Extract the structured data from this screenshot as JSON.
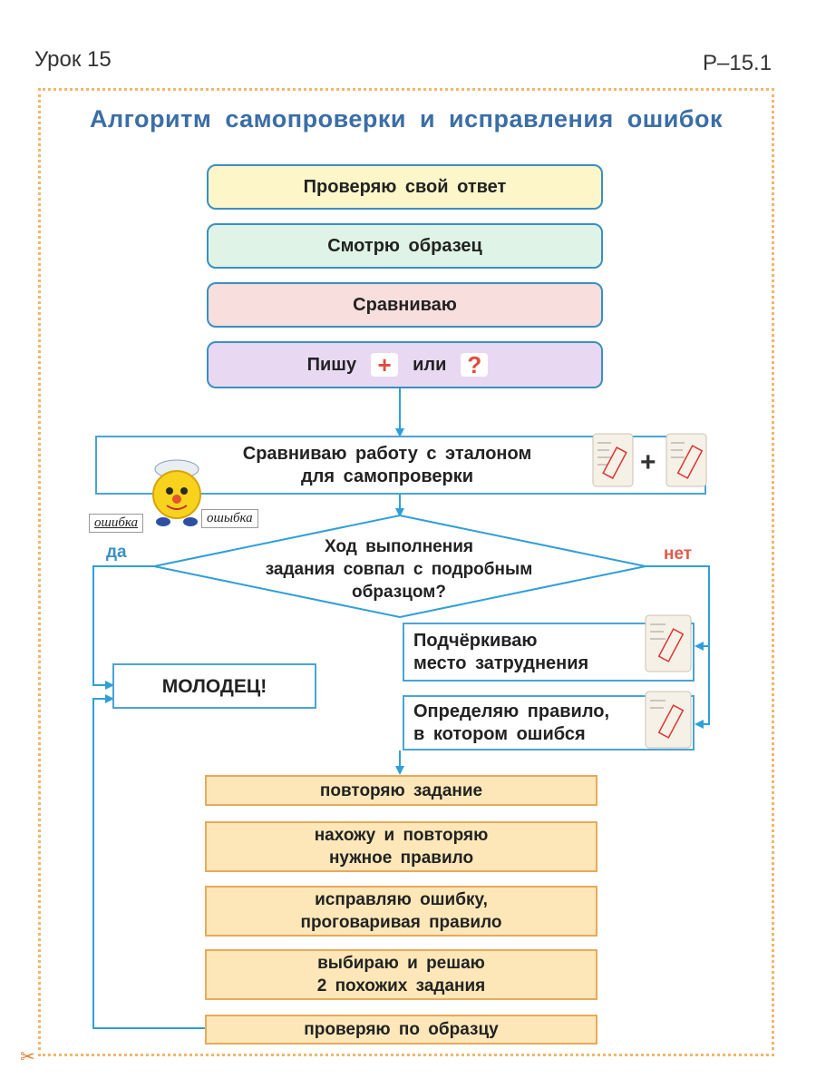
{
  "header": {
    "lesson": "Урок 15",
    "code": "Р–15.1"
  },
  "title": "Алгоритм самопроверки и исправления ошибок",
  "steps": {
    "check": "Проверяю свой ответ",
    "look": "Смотрю образец",
    "compare": "Сравниваю",
    "write_prefix": "Пишу",
    "write_or": "или",
    "sign_plus": "+",
    "sign_question": "?",
    "etalon_line1": "Сравниваю работу с эталоном",
    "etalon_line2": "для самопроверки",
    "etalon_plus": "+"
  },
  "decision": {
    "line1": "Ход выполнения",
    "line2": "задания совпал с подробным",
    "line3": "образцом?",
    "yes": "да",
    "no": "нет"
  },
  "result": {
    "well_done": "МОЛОДЕЦ!"
  },
  "error_path": {
    "underline_1": "Подчёркиваю",
    "underline_2": "место затруднения",
    "rule_1": "Определяю правило,",
    "rule_2": "в котором ошибся"
  },
  "actions": {
    "repeat_task": "повторяю задание",
    "find_rule_1": "нахожу и повторяю",
    "find_rule_2": "нужное правило",
    "fix_1": "исправляю ошибку,",
    "fix_2": "проговаривая правило",
    "solve_1": "выбираю и решаю",
    "solve_2": "2 похожих задания",
    "verify": "проверяю по образцу"
  },
  "mascot": {
    "word_correct": "ошибка",
    "word_wrong": "ошыбка"
  },
  "colors": {
    "flow_line": "#2f9fd8",
    "yellow_box": "#fdf6c9",
    "green_box": "#dff4e6",
    "pink_box": "#f8dedd",
    "purple_box": "#e9d8f2",
    "orange_box": "#fde7b8",
    "title": "#3b6ea6"
  }
}
